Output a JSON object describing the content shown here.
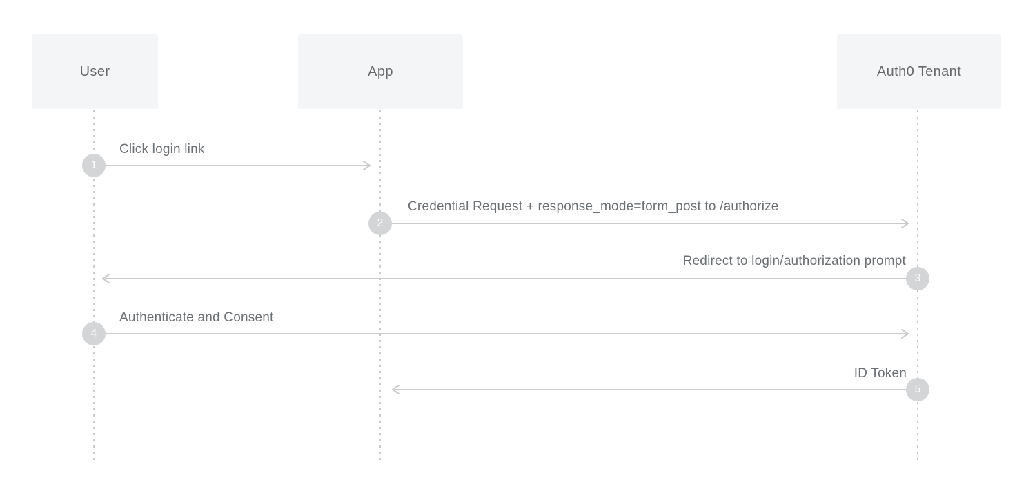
{
  "actors": [
    {
      "label": "User"
    },
    {
      "label": "App"
    },
    {
      "label": "Auth0 Tenant"
    }
  ],
  "messages": [
    {
      "number": "1",
      "label": "Click login link",
      "from": "User",
      "to": "App",
      "direction": "right"
    },
    {
      "number": "2",
      "label": "Credential Request + response_mode=form_post to /authorize",
      "from": "App",
      "to": "Auth0 Tenant",
      "direction": "right"
    },
    {
      "number": "3",
      "label": "Redirect to login/authorization prompt",
      "from": "Auth0 Tenant",
      "to": "User",
      "direction": "left"
    },
    {
      "number": "4",
      "label": "Authenticate and Consent",
      "from": "User",
      "to": "Auth0 Tenant",
      "direction": "right"
    },
    {
      "number": "5",
      "label": "ID Token",
      "from": "Auth0 Tenant",
      "to": "App",
      "direction": "left"
    }
  ],
  "colors": {
    "background": "#ffffff",
    "actor_box_fill": "#f4f5f6",
    "actor_text": "#67696c",
    "arrow": "#c9cbcd",
    "lifeline": "#c9cbcd",
    "badge_fill": "#d3d5d6",
    "badge_text": "#ffffff",
    "label_text": "#6b7074"
  }
}
